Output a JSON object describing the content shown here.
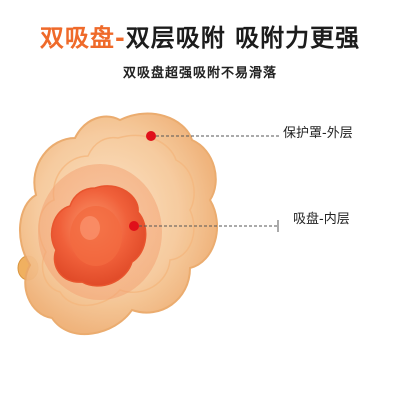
{
  "headline": {
    "part_accent": "双吸盘-",
    "part_dark": "双层吸附 吸附力更强"
  },
  "subline": "双吸盘超强吸附不易滑落",
  "callouts": {
    "outer_label": "保护罩-外层",
    "inner_label": "吸盘-内层"
  },
  "colors": {
    "accent": "#ef6a2a",
    "outer_layer": "#f6c99a",
    "inner_layer": "#f0603a",
    "marker": "#e0101a"
  }
}
